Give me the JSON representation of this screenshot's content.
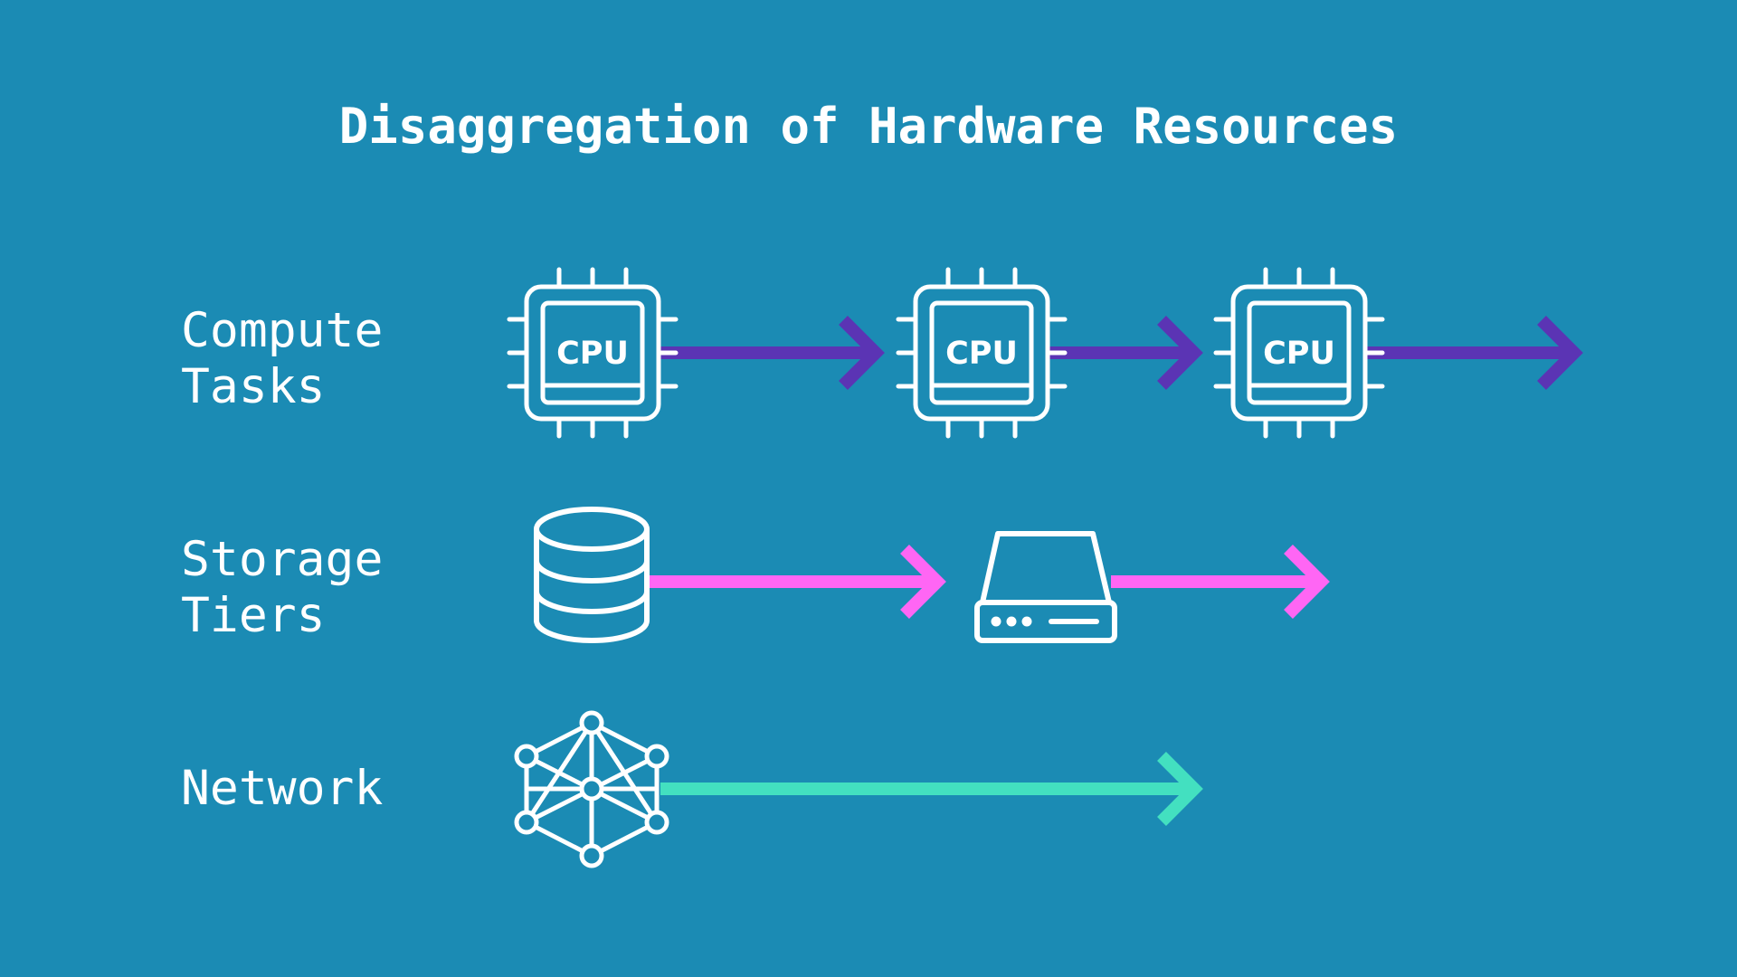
{
  "title": "Disaggregation of Hardware Resources",
  "colors": {
    "background": "#1b8bb4",
    "icon": "#ffffff",
    "compute_arrow": "#5b34b4",
    "storage_arrow": "#ff66f4",
    "network_arrow": "#43e0c0"
  },
  "rows": [
    {
      "id": "compute",
      "label_lines": [
        "Compute",
        "Tasks"
      ],
      "icons": [
        "cpu-chip-icon",
        "cpu-chip-icon",
        "cpu-chip-icon"
      ],
      "chip_label": "CPU",
      "arrow_color_key": "compute_arrow"
    },
    {
      "id": "storage",
      "label_lines": [
        "Storage",
        "Tiers"
      ],
      "icons": [
        "database-icon",
        "hard-drive-icon"
      ],
      "arrow_color_key": "storage_arrow"
    },
    {
      "id": "network",
      "label_lines": [
        "Network"
      ],
      "icons": [
        "network-mesh-icon"
      ],
      "arrow_color_key": "network_arrow"
    }
  ]
}
